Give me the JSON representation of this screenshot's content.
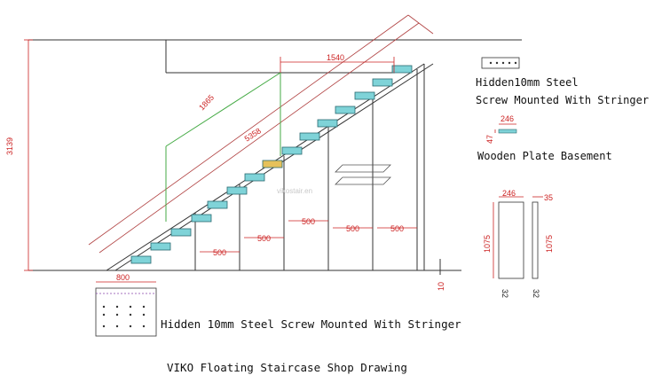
{
  "colors": {
    "line": "#333333",
    "dimension": "#cc2222",
    "handrail": "#44aa44",
    "glass_tread": "#7fd3d8",
    "highlight": "#e6c15a"
  },
  "dimensions": {
    "total_height": "3139",
    "rail_length": "1865",
    "diagonal_length": "5358",
    "top_span": "1540",
    "spacing": [
      "500",
      "500",
      "500",
      "500",
      "500"
    ],
    "base_offset": "10",
    "basement_width": "800"
  },
  "details": {
    "screw_label_line1": "Hidden10mm Steel",
    "screw_label_line2": "Screw Mounted With Stringer",
    "plate": {
      "width": "246",
      "height": "47",
      "label": "Wooden Plate Basement"
    },
    "tread": {
      "width": "246",
      "side_width": "35",
      "length_front": "1075",
      "length_side": "1075",
      "thickness_front": "32",
      "thickness_side": "32"
    }
  },
  "bottom_label": "Hidden 10mm Steel Screw Mounted With Stringer",
  "watermark": "vikostair.en",
  "title": "VIKO Floating Staircase Shop Drawing"
}
